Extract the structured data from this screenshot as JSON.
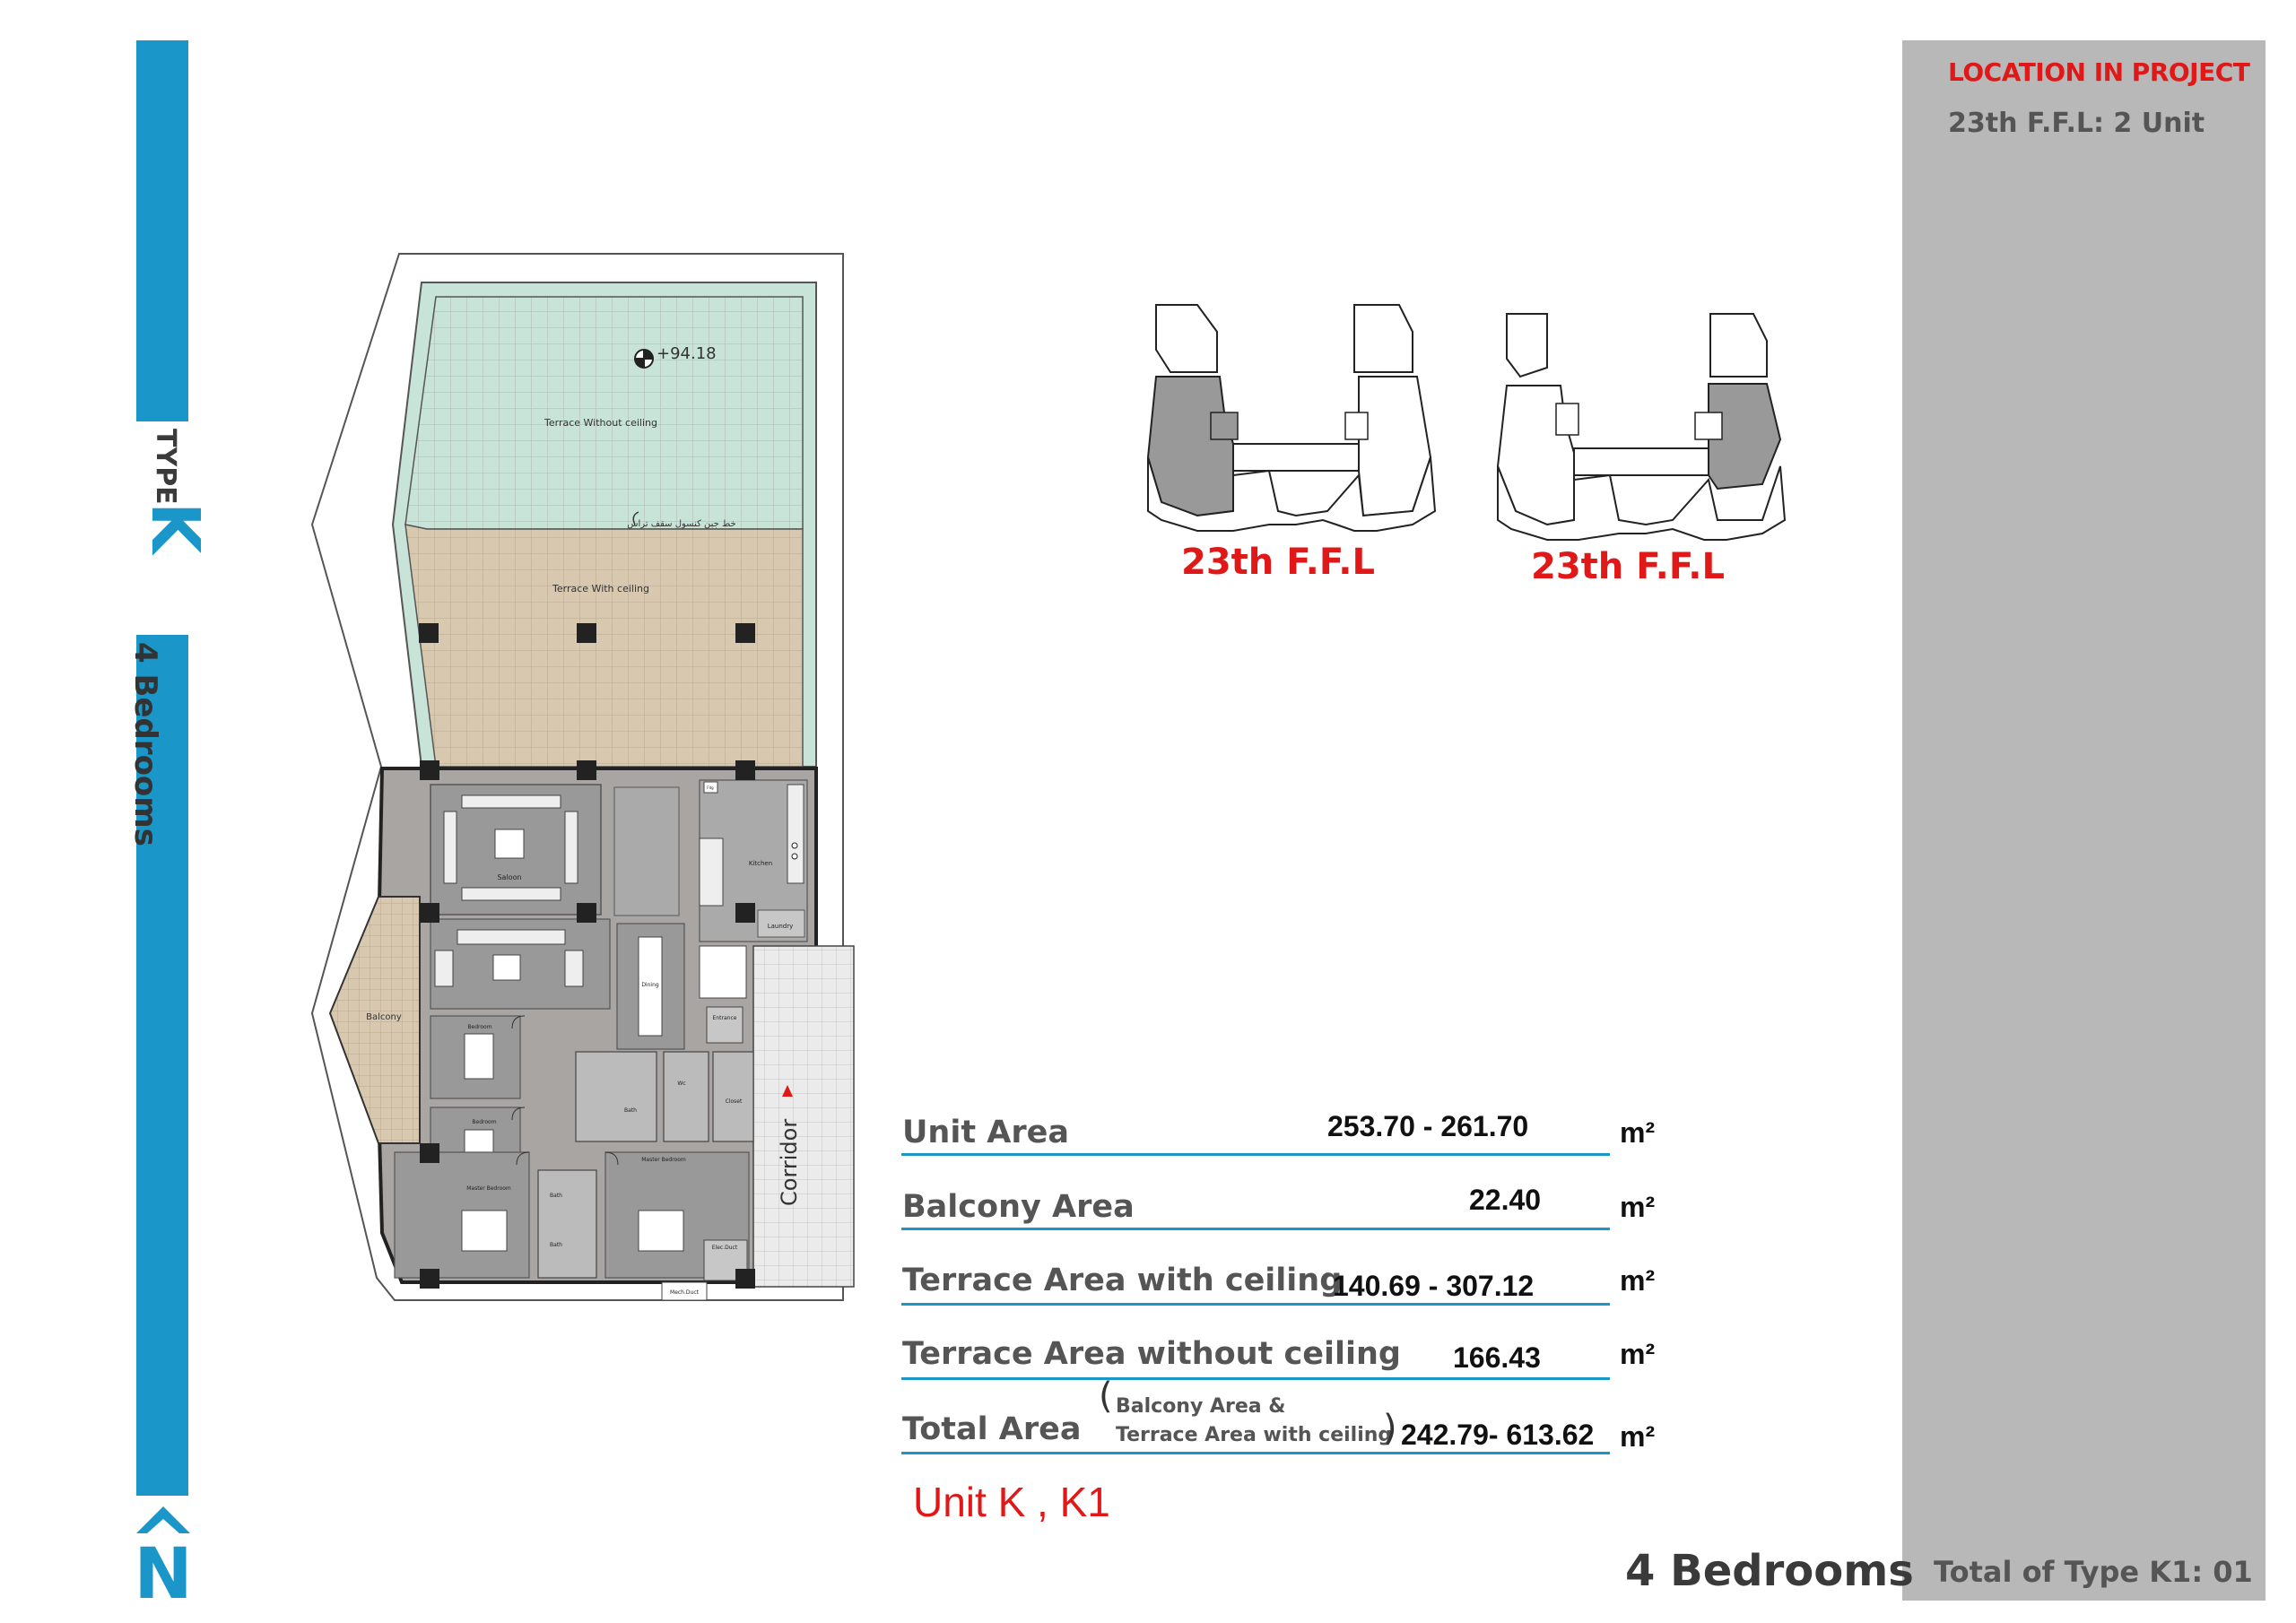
{
  "sidebar": {
    "type_prefix": "TYPE",
    "type_letter": "K",
    "bedrooms": "4 Bedrooms",
    "north": "N"
  },
  "location": {
    "title": "LOCATION IN PROJECT",
    "floor_units": "23th F.F.L:  2 Unit"
  },
  "key_plans": [
    {
      "label": "23th F.F.L"
    },
    {
      "label": "23th F.F.L"
    }
  ],
  "plan": {
    "level": "+94.18",
    "terrace_without_ceiling": "Terrace Without ceiling",
    "terrace_with_ceiling": "Terrace With ceiling",
    "arabic_note": "خط جبن كنسول سقف تراس",
    "salon": "Saloon",
    "kitchen": "Kitchen",
    "laundry": "Laundry",
    "dining": "Dining",
    "balcony": "Balcony",
    "entrance": "Entrance",
    "bedroom_1": "Bedroom",
    "bedroom_2": "Bedroom",
    "master_bedroom_1": "Master Bedroom",
    "master_bedroom_2": "Master Bedroom",
    "wc": "Wc",
    "bath_1": "Bath",
    "bath_2": "Bath",
    "bath_3": "Bath",
    "closet": "Closet",
    "elec_duct": "Elec.Duct",
    "mech_duct": "Mech.Duct",
    "corridor": "Corridor",
    "fridge": "Fdg"
  },
  "areas": {
    "unit_label": "Unit Area",
    "unit_value": "253.70 - 261.70",
    "balcony_label": "Balcony Area",
    "balcony_value": "22.40",
    "terrace_ceiling_label": "Terrace Area with ceiling",
    "terrace_ceiling_value": "140.69 - 307.12",
    "terrace_no_ceiling_label": "Terrace Area without ceiling",
    "terrace_no_ceiling_value": "166.43",
    "total_label": "Total Area",
    "total_note_1": "Balcony Area &",
    "total_note_2": "Terrace Area with ceiling",
    "total_value": "242.79- 613.62",
    "unit_symbol": "m²",
    "paren_open": "(",
    "paren_close": ")"
  },
  "unit_name": "Unit K , K1",
  "footer": {
    "bedrooms": "4 Bedrooms",
    "type_total": "Total of Type K1: 01"
  },
  "colors": {
    "accent_blue": "#1a96c8",
    "accent_red": "#e01818",
    "panel_grey": "#b8b8b8",
    "terrace_tan": "#d8c8b0",
    "interior_grey": "#a8a5a3",
    "terrace_green": "#c8e4d8"
  }
}
